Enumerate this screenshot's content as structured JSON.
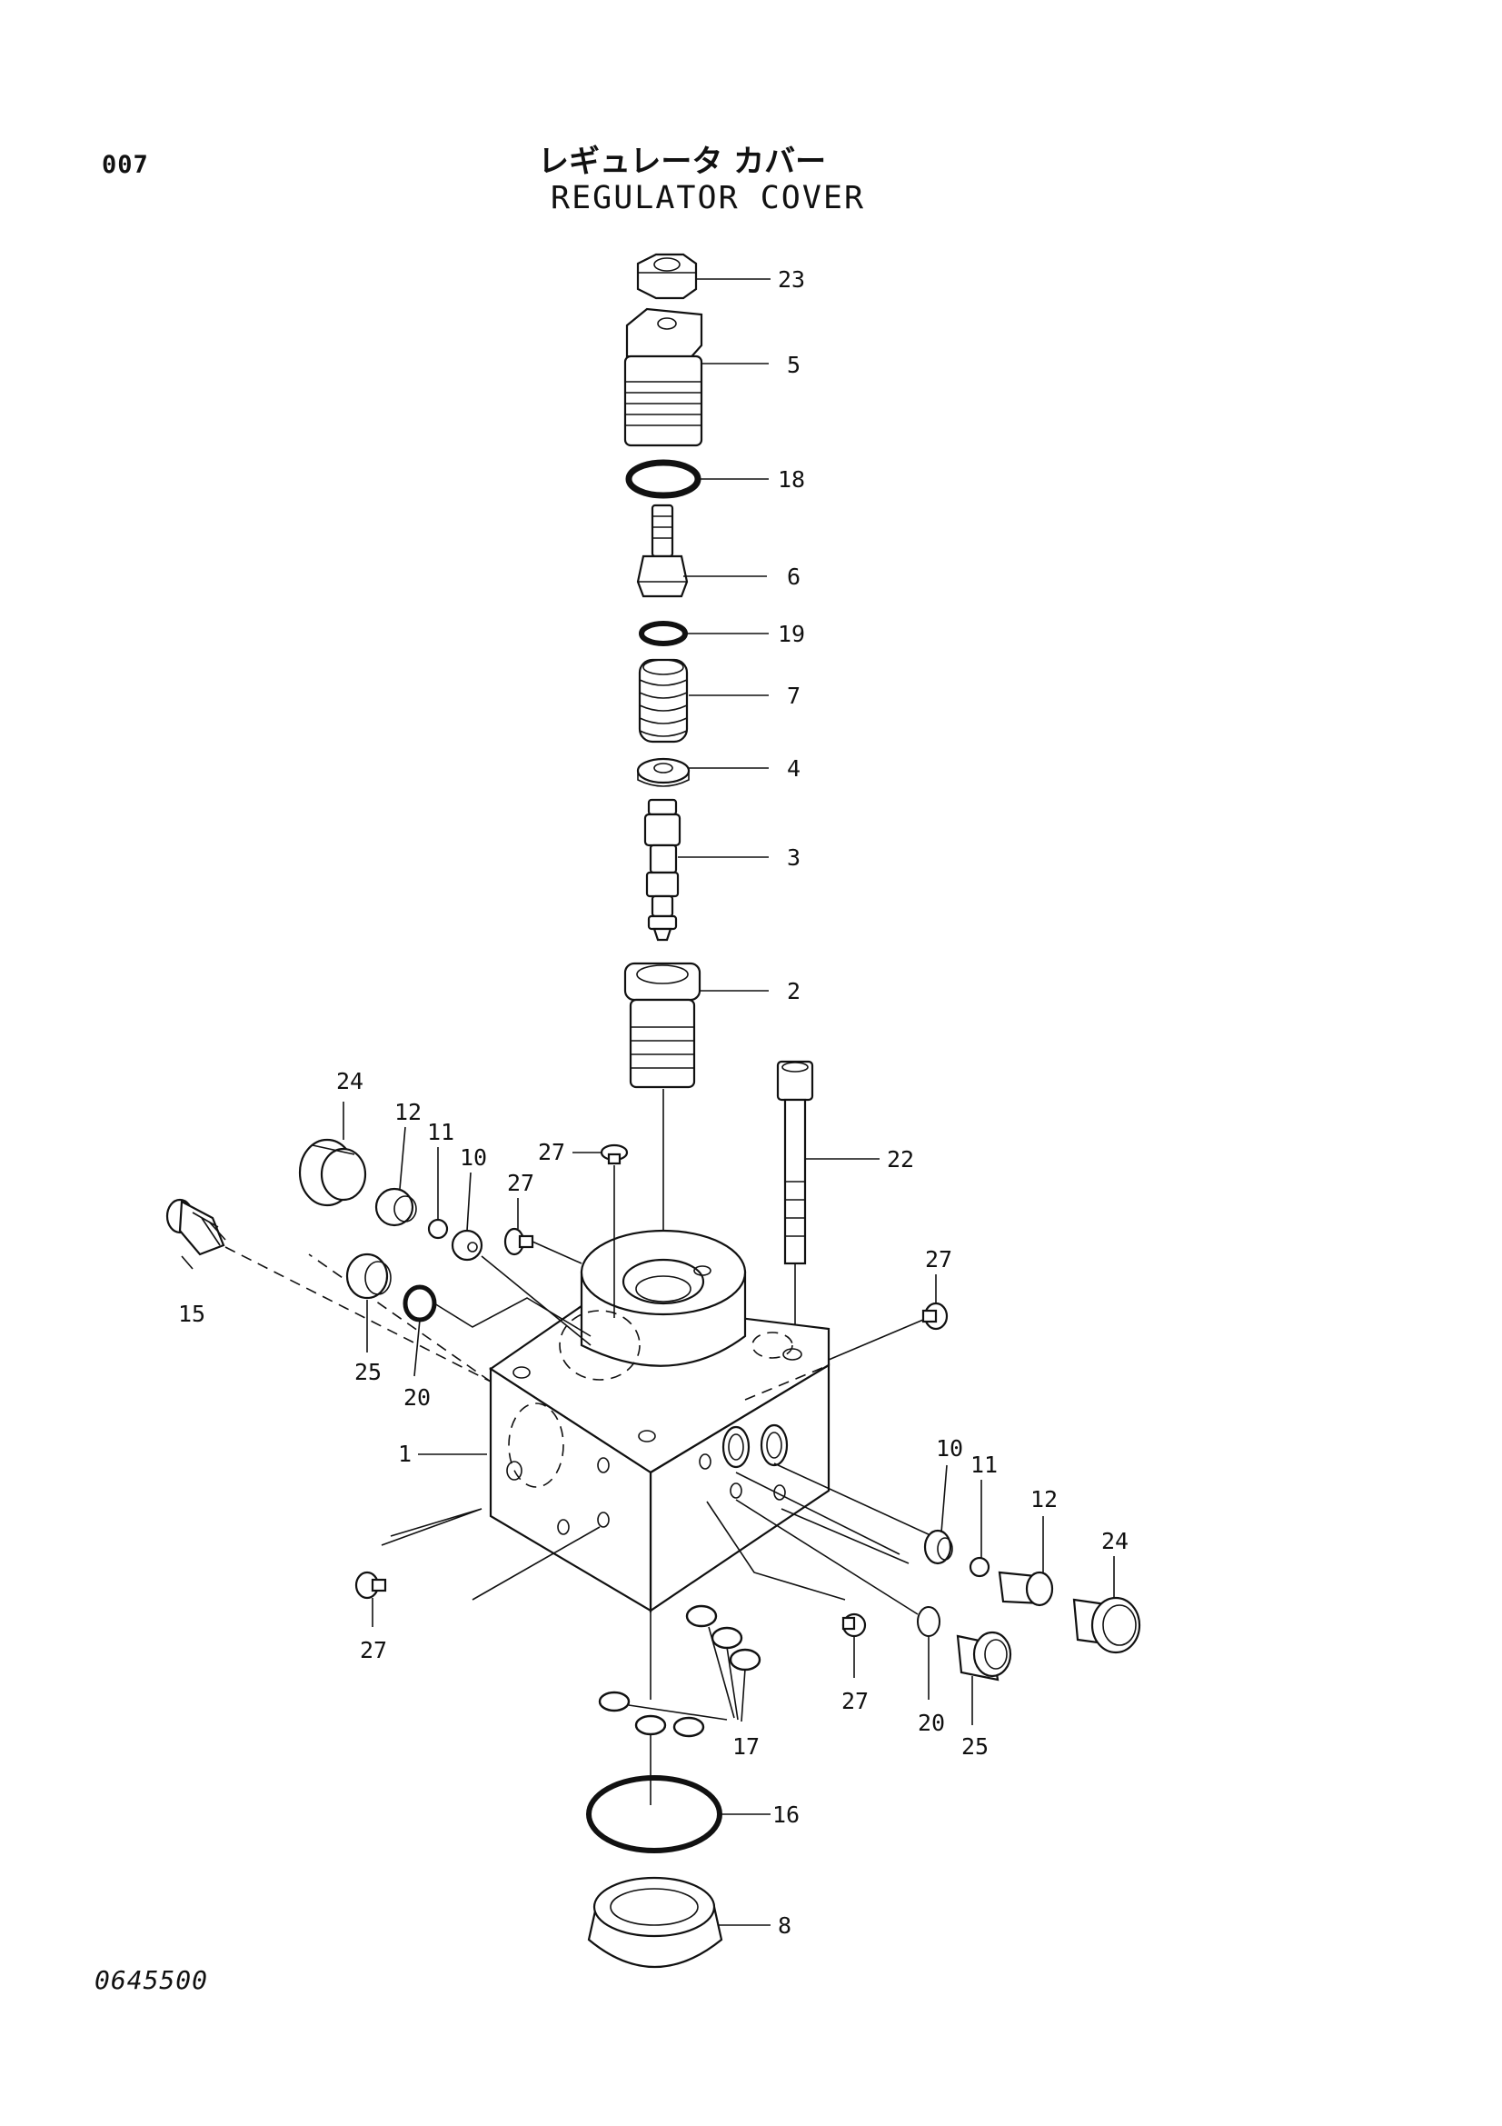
{
  "header": {
    "page_number": "007",
    "title_jp": "レギュレータ カバー",
    "title_en": "REGULATOR COVER"
  },
  "footer": {
    "drawing_number": "0645500"
  },
  "callouts": [
    {
      "id": "c23",
      "label": "23"
    },
    {
      "id": "c5",
      "label": "5"
    },
    {
      "id": "c18",
      "label": "18"
    },
    {
      "id": "c6",
      "label": "6"
    },
    {
      "id": "c19",
      "label": "19"
    },
    {
      "id": "c7",
      "label": "7"
    },
    {
      "id": "c4",
      "label": "4"
    },
    {
      "id": "c3",
      "label": "3"
    },
    {
      "id": "c2",
      "label": "2"
    },
    {
      "id": "c22",
      "label": "22"
    },
    {
      "id": "c24a",
      "label": "24"
    },
    {
      "id": "c12a",
      "label": "12"
    },
    {
      "id": "c11a",
      "label": "11"
    },
    {
      "id": "c10a",
      "label": "10"
    },
    {
      "id": "c27a",
      "label": "27"
    },
    {
      "id": "c27b",
      "label": "27"
    },
    {
      "id": "c15",
      "label": "15"
    },
    {
      "id": "c25a",
      "label": "25"
    },
    {
      "id": "c20a",
      "label": "20"
    },
    {
      "id": "c1",
      "label": "1"
    },
    {
      "id": "c27c",
      "label": "27"
    },
    {
      "id": "c10b",
      "label": "10"
    },
    {
      "id": "c11b",
      "label": "11"
    },
    {
      "id": "c12b",
      "label": "12"
    },
    {
      "id": "c24b",
      "label": "24"
    },
    {
      "id": "c27d",
      "label": "27"
    },
    {
      "id": "c27e",
      "label": "27"
    },
    {
      "id": "c20b",
      "label": "20"
    },
    {
      "id": "c25b",
      "label": "25"
    },
    {
      "id": "c17",
      "label": "17"
    },
    {
      "id": "c16",
      "label": "16"
    },
    {
      "id": "c8",
      "label": "8"
    }
  ]
}
